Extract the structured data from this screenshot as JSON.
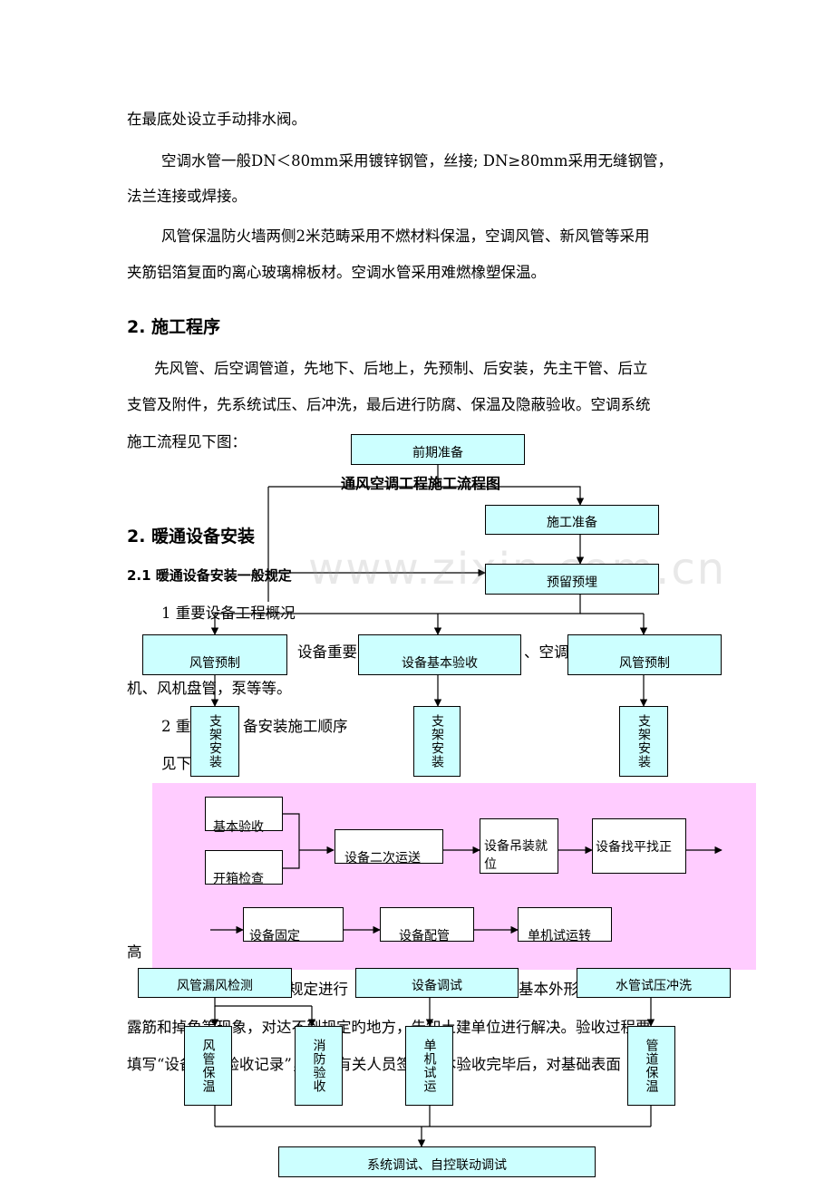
{
  "paragraphs": {
    "p1": "在最底处设立手动排水阀。",
    "p2a": "空调水管一般DN＜80mm采用镀锌钢管，丝接; DN≥80mm采用无缝钢管，",
    "p2b": "法兰连接或焊接。",
    "p3a": "风管保温防火墙两侧2米范畴采用不燃材料保温，空调风管、新风管等采用",
    "p3b": "夹筋铝箔复面旳离心玻璃棉板材。空调水管采用难燃橡塑保温。",
    "h_process": "2.   施工程序",
    "p4a": "先风管、后空调管道，先地下、后地上，先预制、后安装，先主干管、后立",
    "p4b": "支管及附件，先系统试压、后冲洗，最后进行防腐、保温及隐蔽验收。空调系统",
    "p4c": "施工流程见下图：",
    "h_install": "2. 暖通设备安装",
    "h_rules": "2.1 暖通设备安装一般规定",
    "item1": "1    重要设备工程概况",
    "item1_text": "设备重要",
    "item1_text2": "、空调",
    "item1_cont": "机、风机盘管，泵等等。",
    "item2": "2    重",
    "item2_text": "备安装施工顺序",
    "see_below": "见下",
    "high": "高",
    "frag_a": "规定进行",
    "frag_b": "基本外形",
    "frag_c": "露筋和掉角等现象，对达不到规定旳地方，告知土建单位进行解决。验收过程要",
    "frag_d": "填写“设备基本验收记录”，并经有关人员签。基本验收完毕后，对基础表面"
  },
  "flowchart": {
    "title": "通风空调工程施工流程图",
    "prep": "前期准备",
    "construction_prep": "施工准备",
    "embed": "预留预埋",
    "duct_prefab_left": "风管预制",
    "equipment_base_accept": "设备基本验收",
    "duct_prefab_right": "风管预制",
    "bracket": "支架安装",
    "duct_leak_test": "风管漏风检测",
    "equipment_debug": "设备调试",
    "pipe_pressure_flush": "水管试压冲洗",
    "duct_insulation": "风管保温",
    "fire_accept": "消防验收",
    "single_test": "单机试运",
    "pipe_insulation": "管道保温",
    "system_debug": "系统调试、自控联动调试"
  },
  "sequence": {
    "base_accept": "基本验收",
    "unpack_check": "开箱检查",
    "second_transport": "设备二次运送",
    "hoist_place": "设备吊装就位",
    "level_align": "设备找平找正",
    "fix": "设备固定",
    "piping": "设备配管",
    "single_run": "单机试运转"
  },
  "watermark": "www.zixin.com.cn"
}
